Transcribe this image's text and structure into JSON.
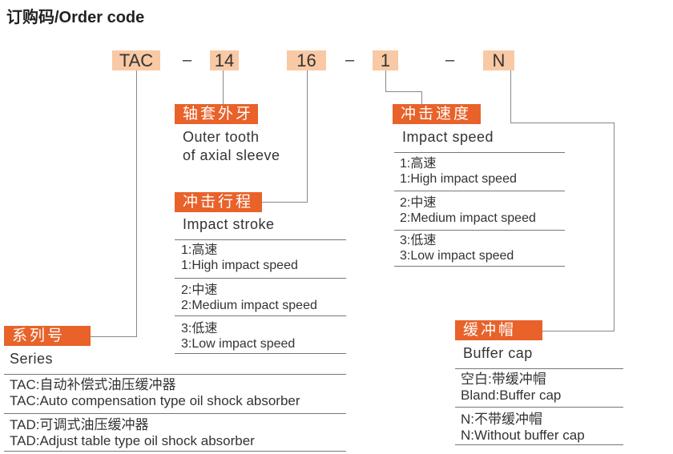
{
  "title": "订购码/Order code",
  "code": {
    "series": "TAC",
    "dash": "–",
    "sleeve": "14",
    "stroke": "16",
    "speed": "1",
    "cap": "N"
  },
  "sleeve": {
    "tag": "轴套外牙",
    "head1": "Outer tooth",
    "head2": "of axial sleeve"
  },
  "stroke": {
    "tag": "冲击行程",
    "head": "Impact stroke",
    "items": [
      {
        "cn": "1:高速",
        "en": "1:High impact speed"
      },
      {
        "cn": "2:中速",
        "en": "2:Medium impact speed"
      },
      {
        "cn": "3:低速",
        "en": "3:Low impact speed"
      }
    ]
  },
  "speed": {
    "tag": "冲击速度",
    "head": "Impact speed",
    "items": [
      {
        "cn": "1:高速",
        "en": "1:High impact speed"
      },
      {
        "cn": "2:中速",
        "en": "2:Medium impact speed"
      },
      {
        "cn": "3:低速",
        "en": "3:Low impact speed"
      }
    ]
  },
  "series": {
    "tag": "系列号",
    "head": "Series",
    "items": [
      {
        "cn": "TAC:自动补偿式油压缓冲器",
        "en": "TAC:Auto compensation type oil shock absorber"
      },
      {
        "cn": "TAD:可调式油压缓冲器",
        "en": "TAD:Adjust table type oil shock absorber"
      }
    ]
  },
  "cap": {
    "tag": "缓冲帽",
    "head": "Buffer cap",
    "items": [
      {
        "cn": "空白:带缓冲帽",
        "en": "Bland:Buffer cap"
      },
      {
        "cn": "N:不带缓冲帽",
        "en": "N:Without buffer cap"
      }
    ]
  },
  "colors": {
    "tag": "#e8622a",
    "code_bg": "#f8c9a4"
  }
}
